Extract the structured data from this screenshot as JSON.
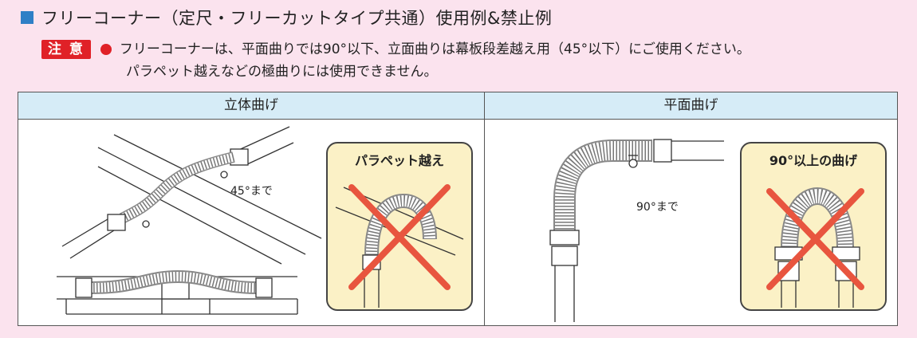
{
  "heading": "フリーコーナー（定尺・フリーカットタイプ共通）使用例&禁止例",
  "caution": {
    "badge": "注 意",
    "line1": "フリーコーナーは、平面曲りでは90°以下、立面曲りは幕板段差越え用（45°以下）にご使用ください。",
    "line2": "パラペット越えなどの極曲りには使用できません。"
  },
  "columns": {
    "left": "立体曲げ",
    "right": "平面曲げ"
  },
  "left_panel": {
    "angle_label": "45°まで",
    "ng_title": "パラペット越え"
  },
  "right_panel": {
    "angle_label": "90°まで",
    "ng_title": "90°以上の曲げ"
  },
  "colors": {
    "background": "#fbe3ee",
    "header_fill": "#d6ecf7",
    "card_fill": "#fbf1c6",
    "caution_red": "#e02127",
    "cross_red": "#e8553f",
    "heading_square": "#2f7fc6"
  },
  "icons": [
    "square-bullet-icon",
    "red-dot-icon",
    "cross-mark-icon"
  ]
}
